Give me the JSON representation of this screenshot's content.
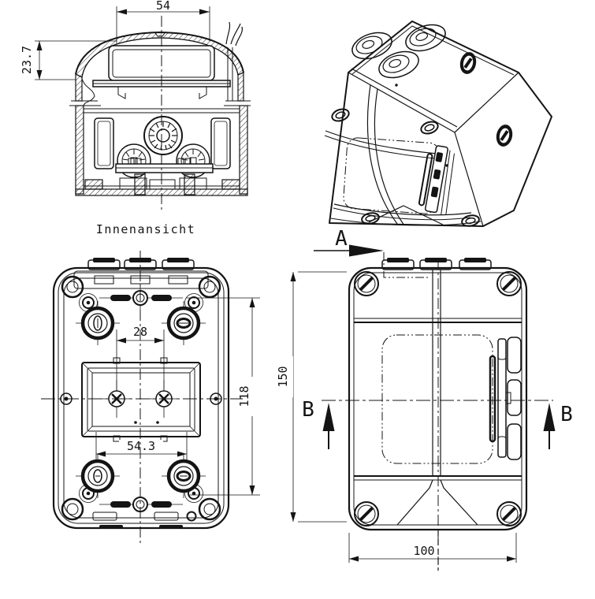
{
  "drawing": {
    "labels": {
      "view_caption": "Innenansicht",
      "section_marker_a": "A",
      "section_marker_b_left": "B",
      "section_marker_b_right": "B"
    },
    "dimensions": {
      "lid_width": "54",
      "lid_depth": "23.7",
      "screw_spacing": "28",
      "gland_spacing": "54.3",
      "mounting_height": "118",
      "box_height": "150",
      "box_width": "100"
    },
    "colors": {
      "line": "#141414",
      "background": "#ffffff"
    }
  }
}
